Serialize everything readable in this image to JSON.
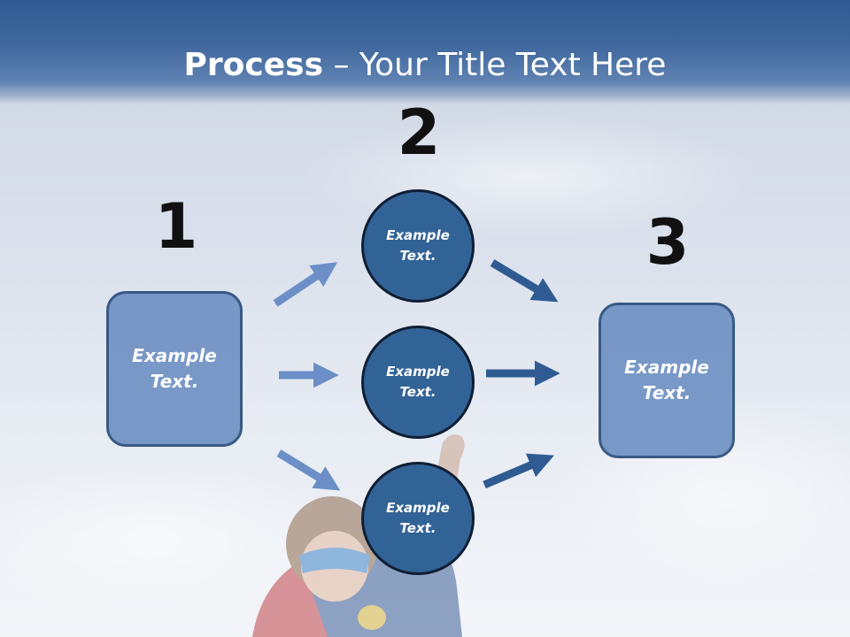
{
  "title": {
    "bold": "Process",
    "rest": " – Your Title Text Here"
  },
  "steps": [
    {
      "number": "1"
    },
    {
      "number": "2"
    },
    {
      "number": "3"
    }
  ],
  "nodes": {
    "left_box": {
      "line1": "Example",
      "line2": "Text."
    },
    "circle_top": {
      "line1": "Example",
      "line2": "Text."
    },
    "circle_middle": {
      "line1": "Example",
      "line2": "Text."
    },
    "circle_bottom": {
      "line1": "Example",
      "line2": "Text."
    },
    "right_box": {
      "line1": "Example",
      "line2": "Text."
    }
  },
  "colors": {
    "title_bar": "#3a6499",
    "box_fill": "#7092c4",
    "box_border": "#2c4f7d",
    "circle_fill": "#326396",
    "circle_border": "#0f1e33",
    "arrow_light": "#6b8fc6",
    "arrow_dark": "#2f5b92"
  },
  "background_image": {
    "subject": "child in superhero mask and cape raising fist against sky"
  }
}
